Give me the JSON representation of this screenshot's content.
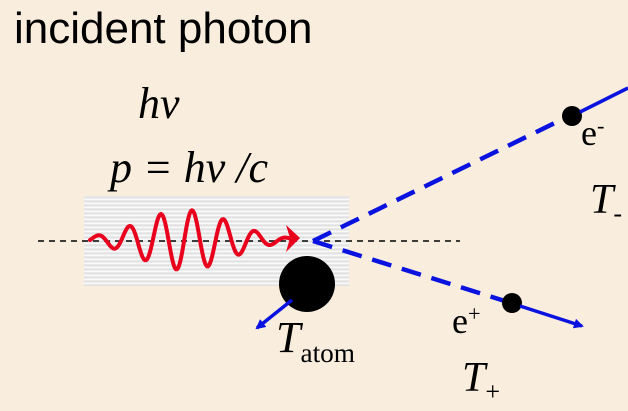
{
  "title": "incident photon",
  "photon": {
    "energy_label": "hν",
    "momentum_label": "p = hν /c"
  },
  "electron": {
    "symbol": "e",
    "charge": "-",
    "energy_symbol": "T",
    "energy_sub": "-"
  },
  "positron": {
    "symbol": "e",
    "charge": "+",
    "energy_symbol": "T",
    "energy_sub": "+"
  },
  "atom": {
    "energy_symbol": "T",
    "energy_sub": "atom"
  },
  "colors": {
    "background": "#f9eedd",
    "wave": "#e8001c",
    "tracks": "#0a12e0",
    "text": "#000000"
  }
}
